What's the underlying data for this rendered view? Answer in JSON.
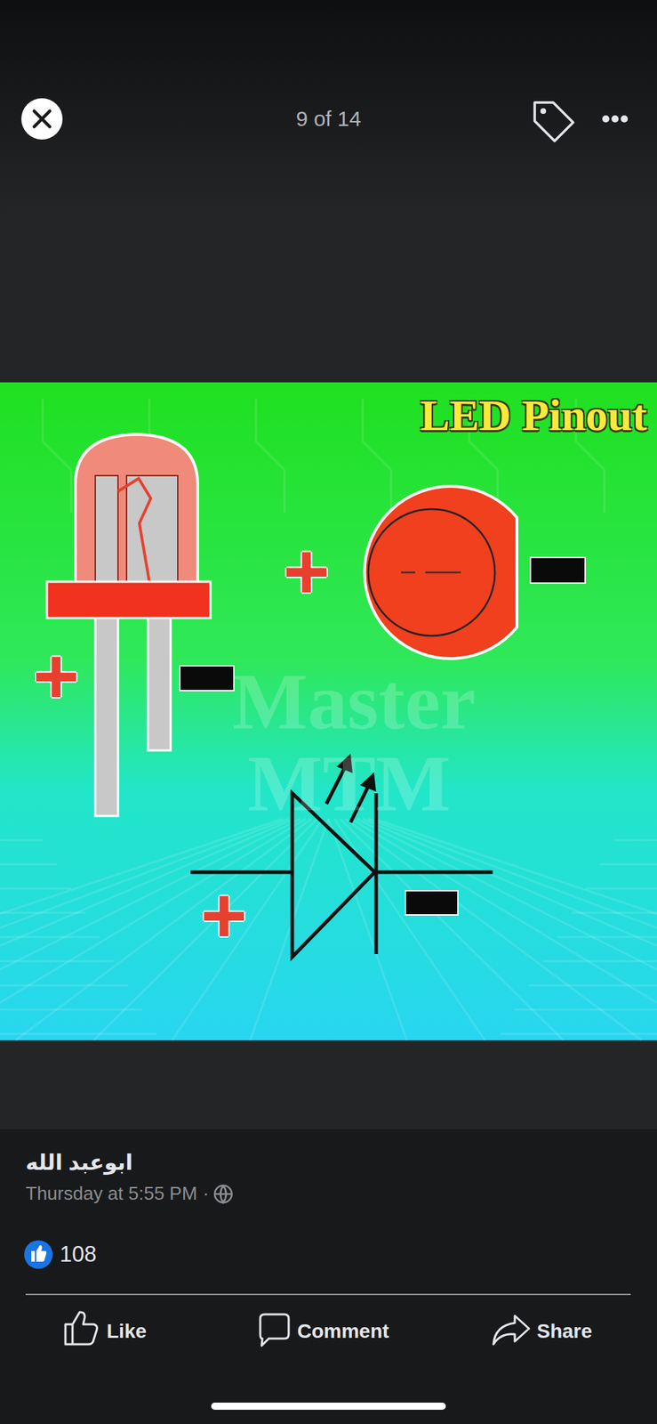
{
  "diagram": {
    "title": "LED Pinout",
    "labels": [
      "9 of 14",
      "+",
      "+",
      "+",
      "Master",
      "MTM",
      "ابوعبد الله",
      "Thursday at 5:55 PM",
      "·",
      "108",
      "Like",
      "Comment",
      "Share"
    ]
  }
}
